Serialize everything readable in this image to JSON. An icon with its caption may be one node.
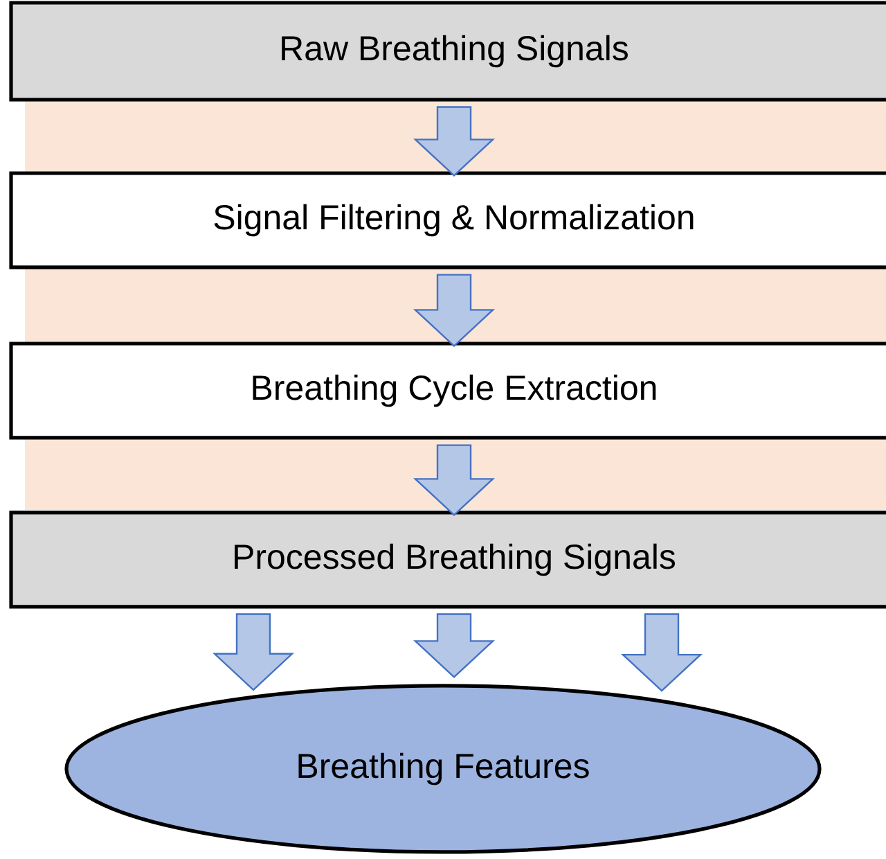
{
  "diagram": {
    "nodes": [
      {
        "text": [
          "Raw Breathing Signals"
        ]
      },
      {
        "text": [
          "Signal Filtering & Normalization"
        ]
      },
      {
        "text": [
          "Breathing Cycle Extraction"
        ]
      },
      {
        "text": [
          "Processed Breathing Signals"
        ]
      },
      {
        "text": [
          "Breathing Features"
        ]
      }
    ],
    "edges": [
      {
        "from": 0,
        "to": 1,
        "arrow": "to"
      },
      {
        "from": 1,
        "to": 2,
        "arrow": "to"
      },
      {
        "from": 2,
        "to": 3,
        "arrow": "to"
      },
      {
        "from": 3,
        "to": 4,
        "arrow": "to"
      },
      {
        "from": 3,
        "to": 4,
        "arrow": "to"
      },
      {
        "from": 3,
        "to": 4,
        "arrow": "to"
      }
    ]
  }
}
